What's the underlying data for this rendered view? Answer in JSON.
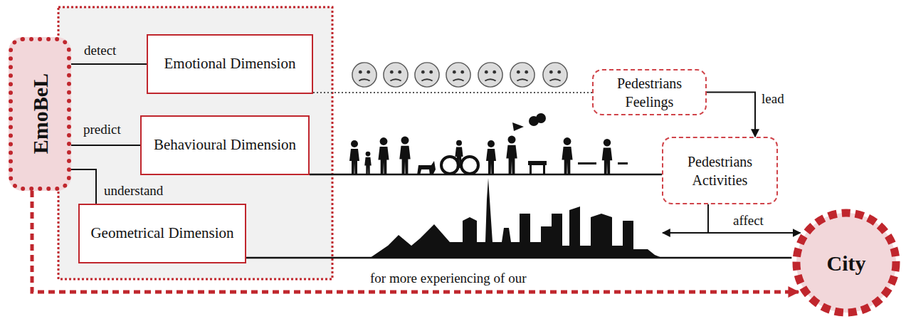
{
  "diagram": {
    "nodes": [
      {
        "text": [
          "EmoBeL"
        ]
      },
      {
        "text": [
          "Emotional Dimension"
        ]
      },
      {
        "text": [
          "Behavioural Dimension"
        ]
      },
      {
        "text": [
          "Geometrical Dimension"
        ]
      },
      {
        "text": [
          "Pedestrians Feelings"
        ]
      },
      {
        "text": [
          "Pedestrians Activities"
        ]
      },
      {
        "text": [
          "City"
        ]
      }
    ],
    "edges": [
      {
        "from": 0,
        "to": 1,
        "label": "detect",
        "arrow": "none"
      },
      {
        "from": 0,
        "to": 2,
        "label": "predict",
        "arrow": "none"
      },
      {
        "from": 0,
        "to": 3,
        "label": "understand",
        "arrow": "none"
      },
      {
        "from": 1,
        "to": 4,
        "arrow": "none"
      },
      {
        "from": 2,
        "to": 5,
        "arrow": "none"
      },
      {
        "from": 3,
        "to": 6,
        "arrow": "none"
      },
      {
        "from": 4,
        "to": 5,
        "label": "lead",
        "arrow": "to"
      },
      {
        "from": 5,
        "to": 6,
        "label": "affect",
        "arrow": "to"
      },
      {
        "from": 0,
        "to": 6,
        "label": "for more experiencing of our",
        "arrow": "to"
      }
    ]
  }
}
